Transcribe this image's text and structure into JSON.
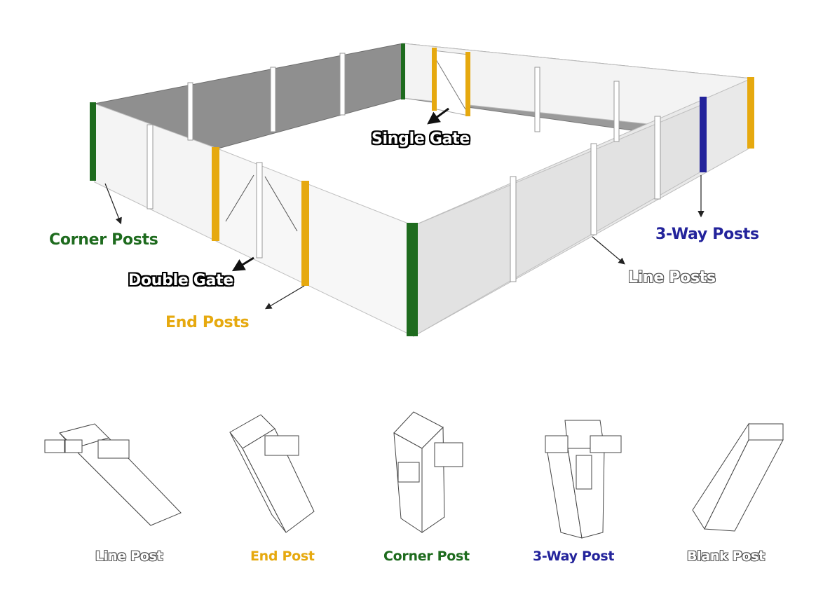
{
  "labels": {
    "single_gate": "Single Gate",
    "double_gate": "Double Gate",
    "corner_posts": "Corner Posts",
    "end_posts": "End Posts",
    "three_way_posts": "3-Way Posts",
    "line_posts": "Line Posts"
  },
  "post_types": [
    {
      "label": "Line Post",
      "color": "#ffffff"
    },
    {
      "label": "End Post",
      "color": "#e6a90f"
    },
    {
      "label": "Corner Post",
      "color": "#1e6b1e"
    },
    {
      "label": "3-Way Post",
      "color": "#23239b"
    },
    {
      "label": "Blank Post",
      "color": "#ffffff"
    }
  ],
  "colors": {
    "corner": "#1e6b1e",
    "end": "#e6a90f",
    "three_way": "#23239b",
    "line": "#ffffff",
    "panel_light": "#f2f2f2",
    "panel_dark": "#8e8e8e"
  }
}
